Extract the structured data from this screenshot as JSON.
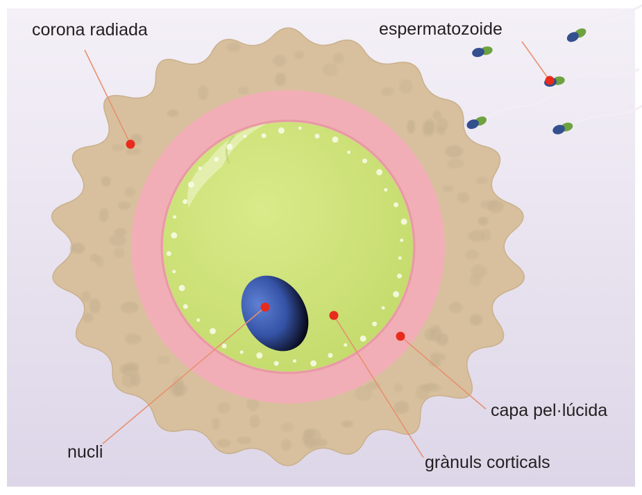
{
  "labels": {
    "corona": "corona radiada",
    "sperm": "espermatozoide",
    "zona": "capa pel·lúcida",
    "nucleus": "nucli",
    "granules": "grànuls corticals"
  },
  "colors": {
    "background_top": "#f4f0f7",
    "background_bottom": "#ddd6e8",
    "corona": "#d8c09e",
    "corona_cell": "#c6b190",
    "zona": "#f2aeb6",
    "cytoplasm": "#d2e47e",
    "granule": "#f6fbe4",
    "nucleus": "#3f60b8",
    "marker": "#e82b1c",
    "leader": "#e79070",
    "sperm_head": "#344f8e",
    "sperm_midpiece": "#6da23f"
  },
  "icons": {
    "sperm": "sperm-icon",
    "marker": "dot-marker-icon"
  }
}
